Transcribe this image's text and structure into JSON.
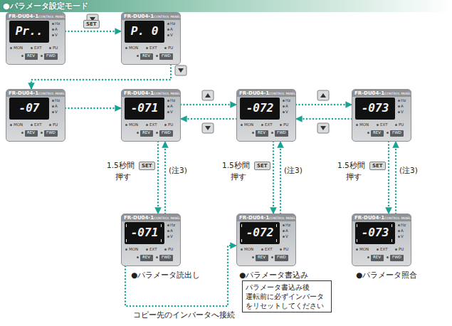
{
  "diagram": {
    "title": "●パラメータ設定モード",
    "nodes": [
      {
        "text": [
          "FR-DU04-1",
          "CONTROL PANEL",
          "Pr..",
          "Hz",
          "A",
          "V",
          "MON",
          "EXT",
          "PU",
          "REV",
          "FWD"
        ]
      },
      {
        "text": [
          "FR-DU04-1",
          "CONTROL PANEL",
          "P. 0",
          "Hz",
          "A",
          "V",
          "MON",
          "EXT",
          "PU",
          "REV",
          "FWD"
        ]
      },
      {
        "text": [
          "FR-DU04-1",
          "CONTROL PANEL",
          "-07",
          "Hz",
          "A",
          "V",
          "MON",
          "EXT",
          "PU",
          "REV",
          "FWD"
        ]
      },
      {
        "text": [
          "FR-DU04-1",
          "CONTROL PANEL",
          "-071",
          "Hz",
          "A",
          "V",
          "MON",
          "EXT",
          "PU",
          "REV",
          "FWD"
        ]
      },
      {
        "text": [
          "FR-DU04-1",
          "CONTROL PANEL",
          "-072",
          "Hz",
          "A",
          "V",
          "MON",
          "EXT",
          "PU",
          "REV",
          "FWD"
        ]
      },
      {
        "text": [
          "FR-DU04-1",
          "CONTROL PANEL",
          "-073",
          "Hz",
          "A",
          "V",
          "MON",
          "EXT",
          "PU",
          "REV",
          "FWD"
        ]
      },
      {
        "text": [
          "FR-DU04-1",
          "CONTROL PANEL",
          "-071",
          "Hz",
          "A",
          "V",
          "MON",
          "EXT",
          "PU",
          "REV",
          "FWD"
        ]
      },
      {
        "text": [
          "FR-DU04-1",
          "CONTROL PANEL",
          "-072",
          "Hz",
          "A",
          "V",
          "MON",
          "EXT",
          "PU",
          "REV",
          "FWD"
        ]
      },
      {
        "text": [
          "FR-DU04-1",
          "CONTROL PANEL",
          "-073",
          "Hz",
          "A",
          "V",
          "MON",
          "EXT",
          "PU",
          "REV",
          "FWD"
        ]
      },
      {
        "text": [
          "パラメータ書込み後 運転前に必ずインバータ をリセットしてください"
        ]
      }
    ],
    "edges": [
      {
        "from": 0,
        "to": 1,
        "arrow": "to"
      },
      {
        "from": 1,
        "to": 2,
        "arrow": "to"
      },
      {
        "from": 2,
        "to": 3,
        "arrow": "to"
      },
      {
        "from": 3,
        "to": 4,
        "arrow": "to"
      },
      {
        "from": 4,
        "to": 3,
        "arrow": "to"
      },
      {
        "from": 4,
        "to": 5,
        "arrow": "to"
      },
      {
        "from": 5,
        "to": 4,
        "arrow": "to"
      },
      {
        "from": 3,
        "to": 6,
        "arrow": "to"
      },
      {
        "from": 6,
        "to": 3,
        "arrow": "to"
      },
      {
        "from": 4,
        "to": 7,
        "arrow": "to"
      },
      {
        "from": 7,
        "to": 4,
        "arrow": "to"
      },
      {
        "from": 5,
        "to": 8,
        "arrow": "to"
      },
      {
        "from": 8,
        "to": 5,
        "arrow": "to"
      },
      {
        "from": 6,
        "to": 7,
        "label": "コピー先のインバータへ接続",
        "arrow": "to"
      }
    ],
    "labels": [
      "SET",
      "1.5秒間",
      "SET",
      "押す",
      "(注3)",
      "1.5秒間",
      "SET",
      "押す",
      "(注3)",
      "1.5秒間",
      "SET",
      "押す",
      "(注3)",
      "●パラメータ読出し",
      "●パラメータ書込み",
      "●パラメータ照合"
    ]
  }
}
